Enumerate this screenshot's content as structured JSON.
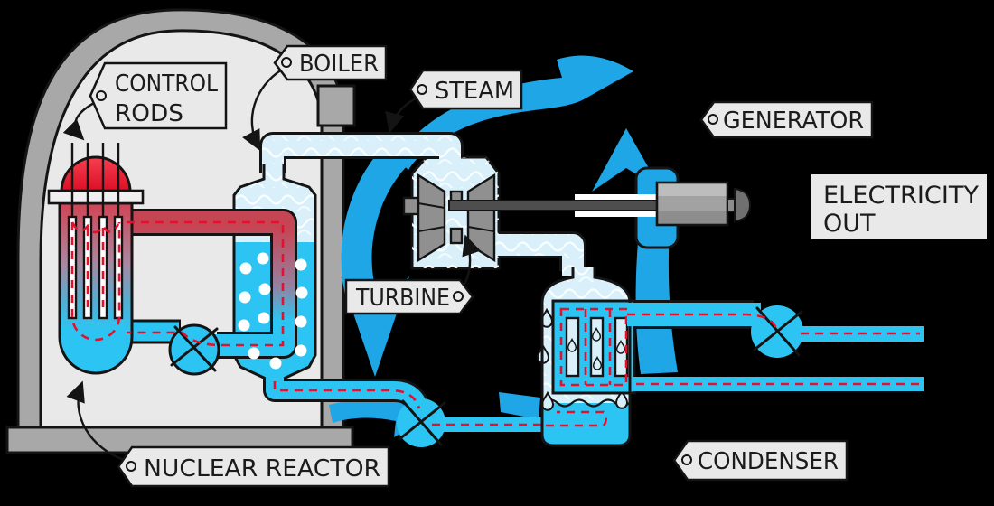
{
  "title": "Nuclear power station energy transfer diagram",
  "labels": {
    "control_rods_1": "CONTROL",
    "control_rods_2": "RODS",
    "boiler": "BOILER",
    "steam": "STEAM",
    "generator": "GENERATOR",
    "electricity_1": "ELECTRICITY",
    "electricity_2": "OUT",
    "turbine": "TURBINE",
    "nuclear_reactor": "NUCLEAR  REACTOR",
    "condenser": "CONDENSER"
  },
  "icons": {
    "pump": "circle-with-x-pump-icon",
    "tag": "luggage-tag-label",
    "flow": "red-dashed-flow-line",
    "cycle": "blue-cycle-arrow"
  },
  "colors": {
    "background": "#000000",
    "wall": "#a8a8a8",
    "interior": "#e9e9e9",
    "tag": "#e9e9e9",
    "outline": "#141414",
    "steam": "#d9f0fa",
    "water": "#2cc5f3",
    "arrow": "#1ea6e6",
    "dash": "#e60f2c",
    "core_red_top": "#f5404f",
    "core_red": "#db0b22",
    "hot_pipe": "#c64554",
    "rod": "#ffffff",
    "blade": "#909090",
    "shaft": "#4e4e4e",
    "gen_light": "#bdbdbd",
    "gen_mid": "#a2a2a2",
    "gen_dark": "#8d8d8d",
    "knob": "#707070",
    "text": "#1b1b1b"
  }
}
